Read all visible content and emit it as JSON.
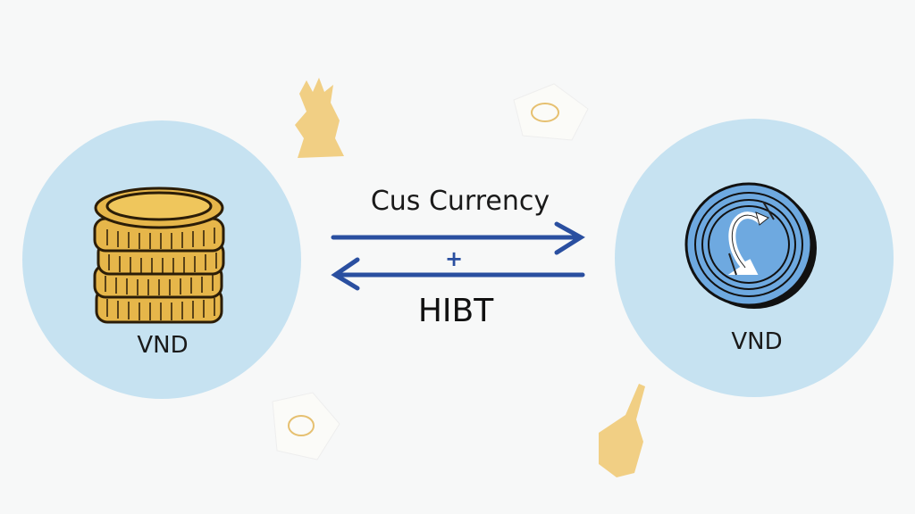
{
  "left": {
    "currency_label": "VND",
    "icon": "gold-coin-stack-icon"
  },
  "right": {
    "currency_label": "VND",
    "icon": "blue-exchange-coin-icon"
  },
  "center": {
    "top_label": "Cus Currency",
    "plus_sign": "+",
    "bottom_label": "HIBT"
  },
  "colors": {
    "circle": "#c6e2f1",
    "arrow": "#2a4fa0",
    "gold": "#e6b64a",
    "blue_coin": "#6ea9e0"
  }
}
